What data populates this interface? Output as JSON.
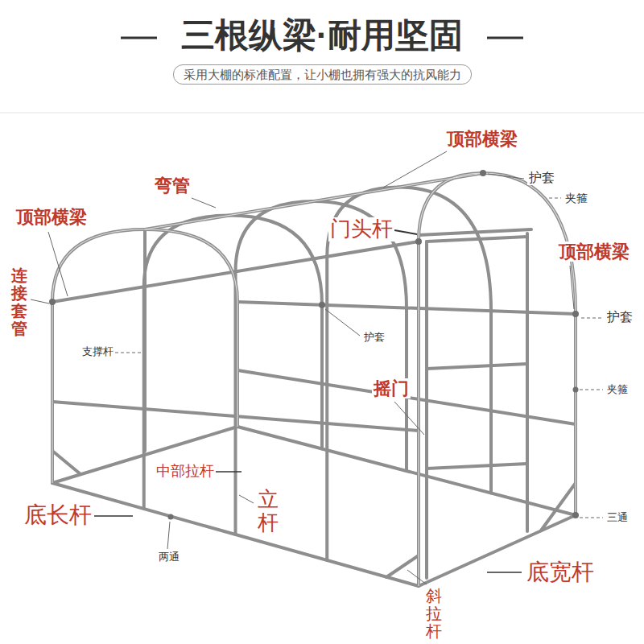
{
  "diagram": {
    "title": "三根纵梁·耐用坚固",
    "caption": "采用大棚的标准配置，让小棚也拥有强大的抗风能力",
    "labels": [
      "顶部横梁",
      "弯管",
      "顶部横梁",
      "连接套管",
      "门头杆",
      "护套",
      "夹箍",
      "顶部横梁",
      "护套",
      "支撑杆",
      "护套",
      "摇门",
      "夹箍",
      "中部拉杆",
      "底长杆",
      "立杆",
      "两通",
      "三通",
      "底宽杆",
      "斜拉杆"
    ]
  }
}
